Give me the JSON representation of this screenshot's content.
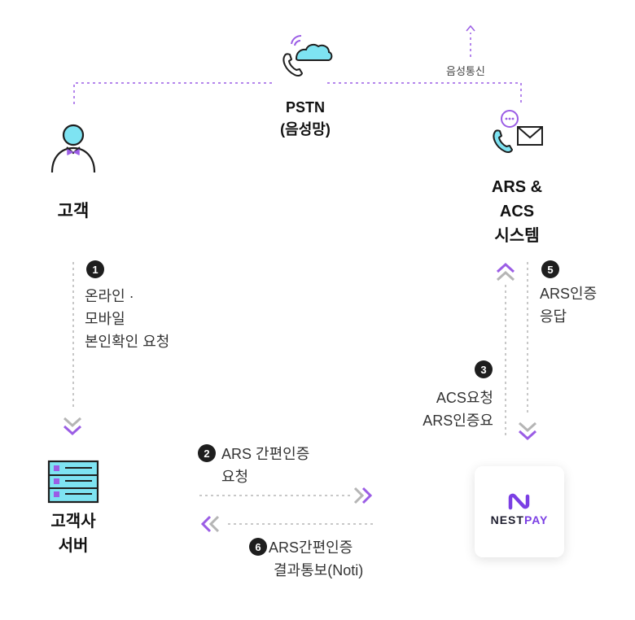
{
  "voice_label": "음성통신",
  "pstn": {
    "line1": "PSTN",
    "line2": "(음성망)"
  },
  "customer": {
    "label": "고객"
  },
  "ars": {
    "line1": "ARS &",
    "line2": "ACS",
    "line3": "시스템"
  },
  "server": {
    "line1": "고객사",
    "line2": "서버"
  },
  "nestpay": {
    "brand_left": "NEST",
    "brand_right": "PAY",
    "accent_color": "#7b3fe4"
  },
  "steps": {
    "s1": {
      "num": "1",
      "line1": "온라인 ·",
      "line2": "모바일",
      "line3": "본인확인 요청"
    },
    "s2": {
      "num": "2",
      "line1": "ARS 간편인증",
      "line2": "요청"
    },
    "s3": {
      "num": "3",
      "line1": "ACS요청",
      "line2": "ARS인증요"
    },
    "s5": {
      "num": "5",
      "line1": "ARS인증",
      "line2": "응답"
    },
    "s6": {
      "num": "6",
      "line1": "ARS간편인증",
      "line2": "결과통보(Noti)"
    }
  },
  "colors": {
    "purple": "#9b5de5",
    "gray_line": "#b5b5b5",
    "cyan": "#7ee3f2"
  }
}
